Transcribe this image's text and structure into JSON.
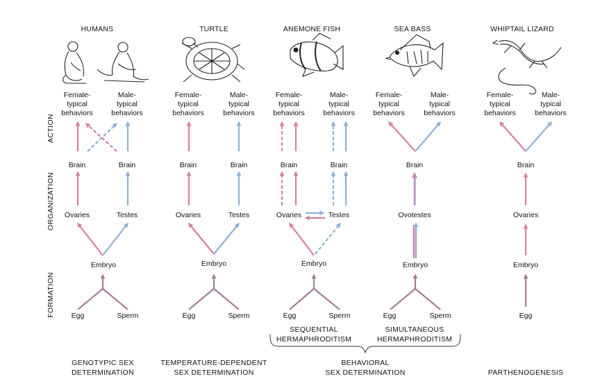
{
  "species": [
    "HUMANS",
    "TURTLE",
    "ANEMONE FISH",
    "SEA BASS",
    "WHIPTAIL LIZARD"
  ],
  "stages": [
    "ACTION",
    "ORGANIZATION",
    "FORMATION"
  ],
  "labels": {
    "female_behaviors_1": "Female-",
    "female_behaviors_2": "typical",
    "female_behaviors_3": "behaviors",
    "male_behaviors_1": "Male-",
    "male_behaviors_2": "typical",
    "male_behaviors_3": "behaviors",
    "brain": "Brain",
    "ovaries": "Ovaries",
    "testes": "Testes",
    "ovotestes": "Ovotestes",
    "embryo": "Embryo",
    "egg": "Egg",
    "sperm": "Sperm"
  },
  "hermaphroditism": {
    "sequential_1": "SEQUENTIAL",
    "sequential_2": "HERMAPHRODITISM",
    "simultaneous_1": "SIMULTANEOUS",
    "simultaneous_2": "HERMAPHRODITISM"
  },
  "categories": {
    "genotypic_1": "GENOTYPIC SEX",
    "genotypic_2": "DETERMINATION",
    "temperature_1": "TEMPERATURE-DEPENDENT",
    "temperature_2": "SEX DETERMINATION",
    "behavioral_1": "BEHAVIORAL",
    "behavioral_2": "SEX DETERMINATION",
    "parthenogenesis": "PARTHENOGENESIS"
  },
  "colors": {
    "female": "#d57fa7",
    "male": "#8fb0d3",
    "formation": "#a47e98"
  }
}
